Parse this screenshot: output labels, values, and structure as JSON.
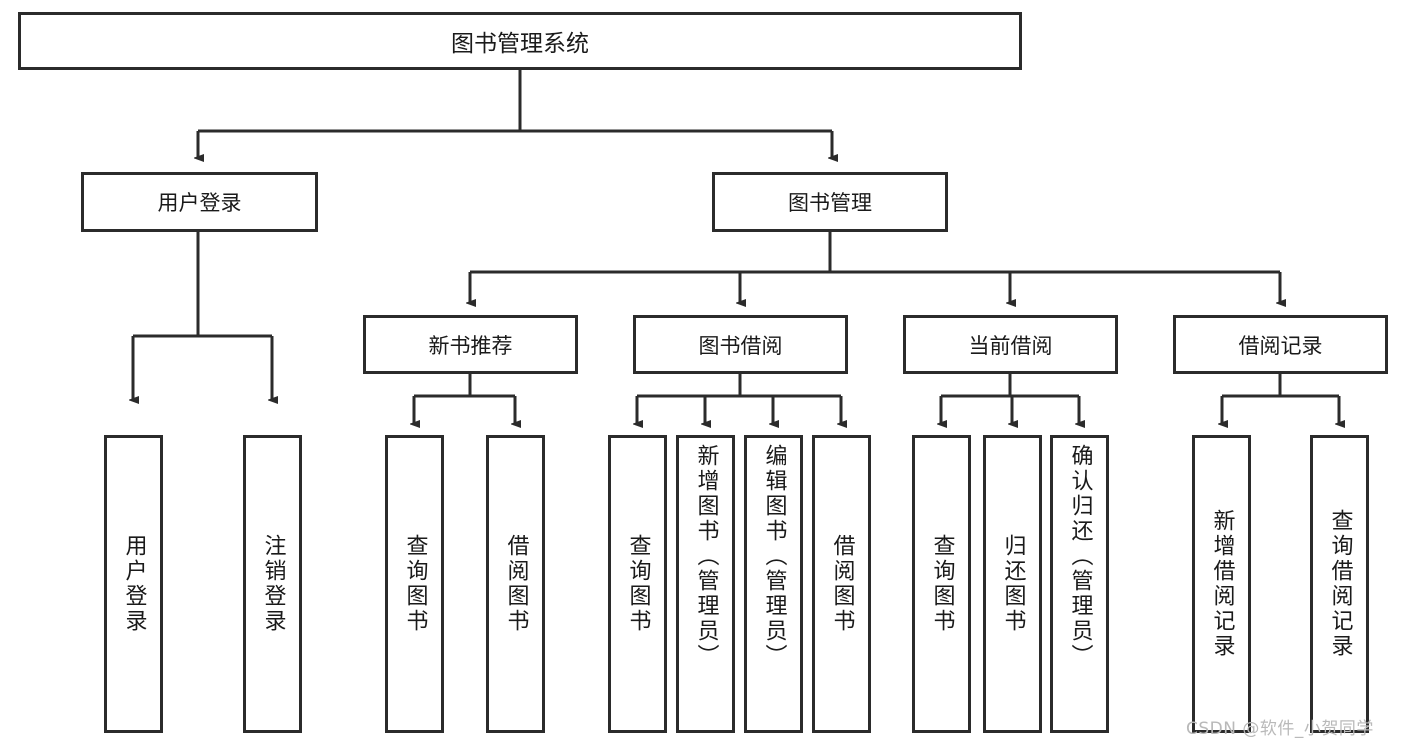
{
  "diagram": {
    "title": "图书管理系统",
    "type": "tree-hierarchy-diagram",
    "watermark": "CSDN @软件_小贺同学",
    "colors": {
      "border": "#2b2b2b",
      "background": "#ffffff",
      "text": "#1a1a1a",
      "watermark": "#b9b9b9"
    }
  },
  "root": {
    "label": "图书管理系统"
  },
  "level1": [
    {
      "label": "用户登录"
    },
    {
      "label": "图书管理"
    }
  ],
  "level2": [
    {
      "label": "新书推荐"
    },
    {
      "label": "图书借阅"
    },
    {
      "label": "当前借阅"
    },
    {
      "label": "借阅记录"
    }
  ],
  "leaves": {
    "user_login": [
      {
        "label": "用户登录"
      },
      {
        "label": "注销登录"
      }
    ],
    "new_book_recommend": [
      {
        "label": "查询图书"
      },
      {
        "label": "借阅图书"
      }
    ],
    "book_borrow": [
      {
        "label": "查询图书"
      },
      {
        "label": "新增图书（管理员）"
      },
      {
        "label": "编辑图书（管理员）"
      },
      {
        "label": "借阅图书"
      }
    ],
    "current_borrow": [
      {
        "label": "查询图书"
      },
      {
        "label": "归还图书"
      },
      {
        "label": "确认归还（管理员）"
      }
    ],
    "borrow_record": [
      {
        "label": "新增借阅记录"
      },
      {
        "label": "查询借阅记录"
      }
    ]
  }
}
